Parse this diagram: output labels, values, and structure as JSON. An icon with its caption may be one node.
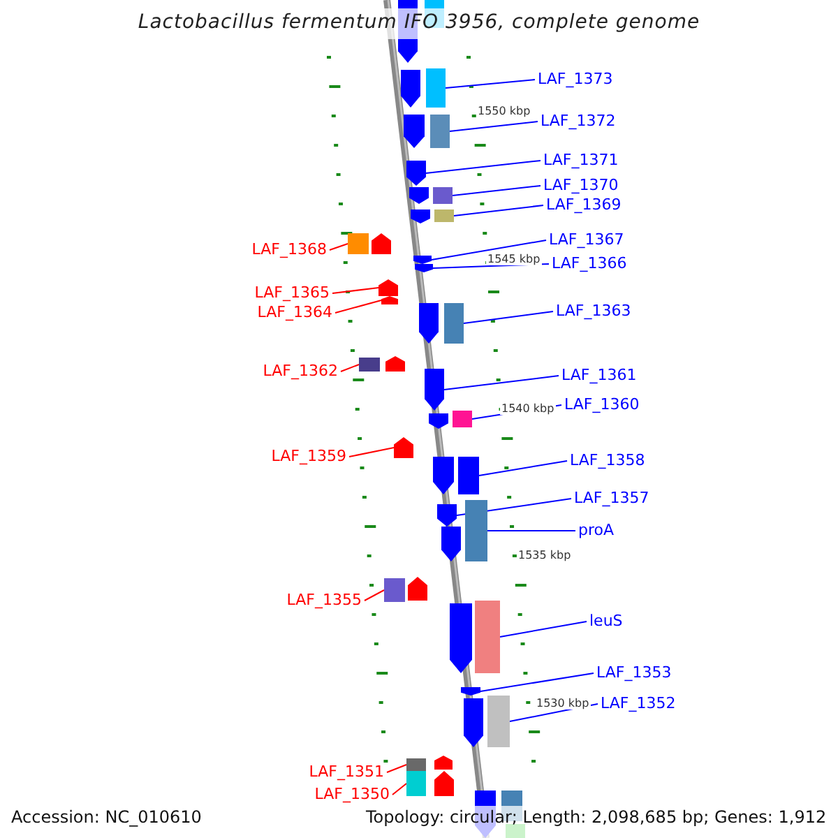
{
  "diagram": {
    "title": "Lactobacillus fermentum IFO 3956, complete genome",
    "nodes": [
      {
        "text": [
          "LAF_1373"
        ]
      },
      {
        "text": [],
        "shape": "box"
      },
      {
        "text": [
          "LAF_1372"
        ]
      },
      {
        "text": [],
        "shape": "box"
      },
      {
        "text": [
          "LAF_1371"
        ]
      },
      {
        "text": [],
        "shape": "pentagon"
      },
      {
        "text": [
          "LAF_1370"
        ]
      },
      {
        "text": [],
        "shape": "box"
      },
      {
        "text": [
          "LAF_1369"
        ]
      },
      {
        "text": [],
        "shape": "box"
      },
      {
        "text": [
          "LAF_1368"
        ]
      },
      {
        "text": [],
        "shape": "box"
      },
      {
        "text": [
          "LAF_1367"
        ]
      },
      {
        "text": [],
        "shape": "pentagon"
      },
      {
        "text": [
          "LAF_1366"
        ]
      },
      {
        "text": [],
        "shape": "pentagon"
      },
      {
        "text": [
          "LAF_1365"
        ]
      },
      {
        "text": [],
        "shape": "pentagon"
      },
      {
        "text": [
          "LAF_1364"
        ]
      },
      {
        "text": [],
        "shape": "pentagon"
      },
      {
        "text": [
          "LAF_1363"
        ]
      },
      {
        "text": [],
        "shape": "box"
      },
      {
        "text": [
          "LAF_1362"
        ]
      },
      {
        "text": [],
        "shape": "box"
      },
      {
        "text": [
          "LAF_1361"
        ]
      },
      {
        "text": [],
        "shape": "pentagon"
      },
      {
        "text": [
          "LAF_1360"
        ]
      },
      {
        "text": [],
        "shape": "box"
      },
      {
        "text": [
          "LAF_1359"
        ]
      },
      {
        "text": [],
        "shape": "pentagon"
      },
      {
        "text": [
          "LAF_1358"
        ]
      },
      {
        "text": [],
        "shape": "box"
      },
      {
        "text": [
          "LAF_1357"
        ]
      },
      {
        "text": [],
        "shape": "pentagon"
      },
      {
        "text": [
          "proA"
        ]
      },
      {
        "text": [],
        "shape": "box"
      },
      {
        "text": [
          "LAF_1355"
        ]
      },
      {
        "text": [],
        "shape": "box"
      },
      {
        "text": [
          "leuS"
        ]
      },
      {
        "text": [],
        "shape": "box"
      },
      {
        "text": [
          "LAF_1353"
        ]
      },
      {
        "text": [],
        "shape": "pentagon"
      },
      {
        "text": [
          "LAF_1352"
        ]
      },
      {
        "text": [],
        "shape": "box"
      },
      {
        "text": [
          "LAF_1351"
        ]
      },
      {
        "text": [],
        "shape": "box"
      },
      {
        "text": [
          "LAF_1350"
        ]
      },
      {
        "text": [],
        "shape": "box"
      }
    ],
    "edges": [
      {
        "from": 0,
        "to": 1,
        "arrow": "none"
      },
      {
        "from": 2,
        "to": 3,
        "arrow": "none"
      },
      {
        "from": 4,
        "to": 5,
        "arrow": "none"
      },
      {
        "from": 6,
        "to": 7,
        "arrow": "none"
      },
      {
        "from": 8,
        "to": 9,
        "arrow": "none"
      },
      {
        "from": 10,
        "to": 11,
        "arrow": "none",
        "color": "#ff0000"
      },
      {
        "from": 12,
        "to": 13,
        "arrow": "none"
      },
      {
        "from": 14,
        "to": 15,
        "arrow": "none"
      },
      {
        "from": 16,
        "to": 17,
        "arrow": "none",
        "color": "#ff0000"
      },
      {
        "from": 18,
        "to": 19,
        "arrow": "none",
        "color": "#ff0000"
      },
      {
        "from": 20,
        "to": 21,
        "arrow": "none"
      },
      {
        "from": 22,
        "to": 23,
        "arrow": "none",
        "color": "#ff0000"
      },
      {
        "from": 24,
        "to": 25,
        "arrow": "none"
      },
      {
        "from": 26,
        "to": 27,
        "arrow": "none"
      },
      {
        "from": 28,
        "to": 29,
        "arrow": "none",
        "color": "#ff0000"
      },
      {
        "from": 30,
        "to": 31,
        "arrow": "none"
      },
      {
        "from": 32,
        "to": 33,
        "arrow": "none"
      },
      {
        "from": 34,
        "to": 35,
        "arrow": "none"
      },
      {
        "from": 36,
        "to": 37,
        "arrow": "none",
        "color": "#ff0000"
      },
      {
        "from": 38,
        "to": 39,
        "arrow": "none"
      },
      {
        "from": 40,
        "to": 41,
        "arrow": "none"
      },
      {
        "from": 42,
        "to": 43,
        "arrow": "none"
      },
      {
        "from": 44,
        "to": 45,
        "arrow": "none",
        "color": "#ff0000"
      },
      {
        "from": 46,
        "to": 47,
        "arrow": "none",
        "color": "#ff0000"
      }
    ],
    "labels": [
      "1550 kbp",
      "1545 kbp",
      "1540 kbp",
      "1535 kbp",
      "1530 kbp",
      "Accession: NC_010610",
      "Topology: circular; Length: 2,098,685 bp; Genes: 1,912"
    ]
  }
}
